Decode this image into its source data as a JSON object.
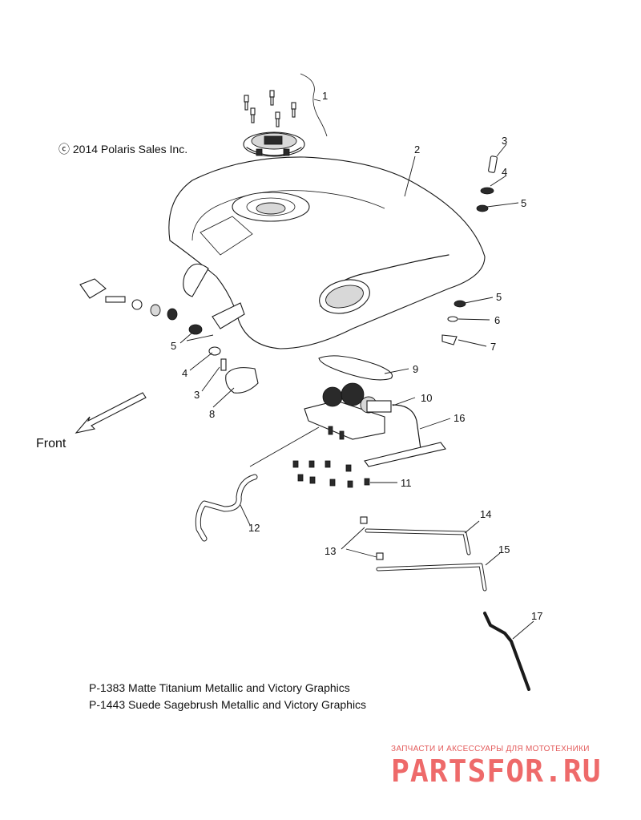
{
  "copyright": "ⓒ 2014 Polaris Sales Inc.",
  "front_label": "Front",
  "captions": [
    "P-1383  Matte Titanium Metallic and Victory Graphics",
    "P-1443  Suede Sagebrush Metallic and Victory Graphics"
  ],
  "callouts": [
    "1",
    "2",
    "3",
    "4",
    "5",
    "5",
    "6",
    "7",
    "5",
    "4",
    "3",
    "8",
    "9",
    "10",
    "16",
    "11",
    "12",
    "13",
    "14",
    "15",
    "17"
  ],
  "watermark": {
    "subtitle": "ЗАПЧАСТИ И АКСЕССУАРЫ ДЛЯ МОТОТЕХНИКИ",
    "brand": "PARTSFOR.RU",
    "color": "#ee6a6a"
  }
}
